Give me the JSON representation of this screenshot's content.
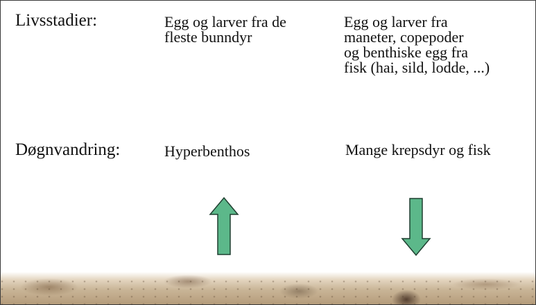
{
  "rows": {
    "life_stages": {
      "label": "Livsstadier:",
      "up_text": "Egg og larver fra de\nfleste bunndyr",
      "down_text": "Egg og larver fra\nmaneter, copepoder\nog benthiske egg fra\nfisk (hai, sild, lodde, ...)"
    },
    "diel_migration": {
      "label": "Døgnvandring:",
      "up_text": "Hyperbenthos",
      "down_text": "Mange krepsdyr og fisk"
    }
  },
  "arrows": {
    "up": {
      "direction": "up",
      "icon": "arrow-up-icon"
    },
    "down": {
      "direction": "down",
      "icon": "arrow-down-icon"
    }
  },
  "colors": {
    "arrow_fill": "#5cb88a",
    "arrow_stroke": "#1f3f30",
    "text": "#111111",
    "seabed": "#c9b597"
  }
}
